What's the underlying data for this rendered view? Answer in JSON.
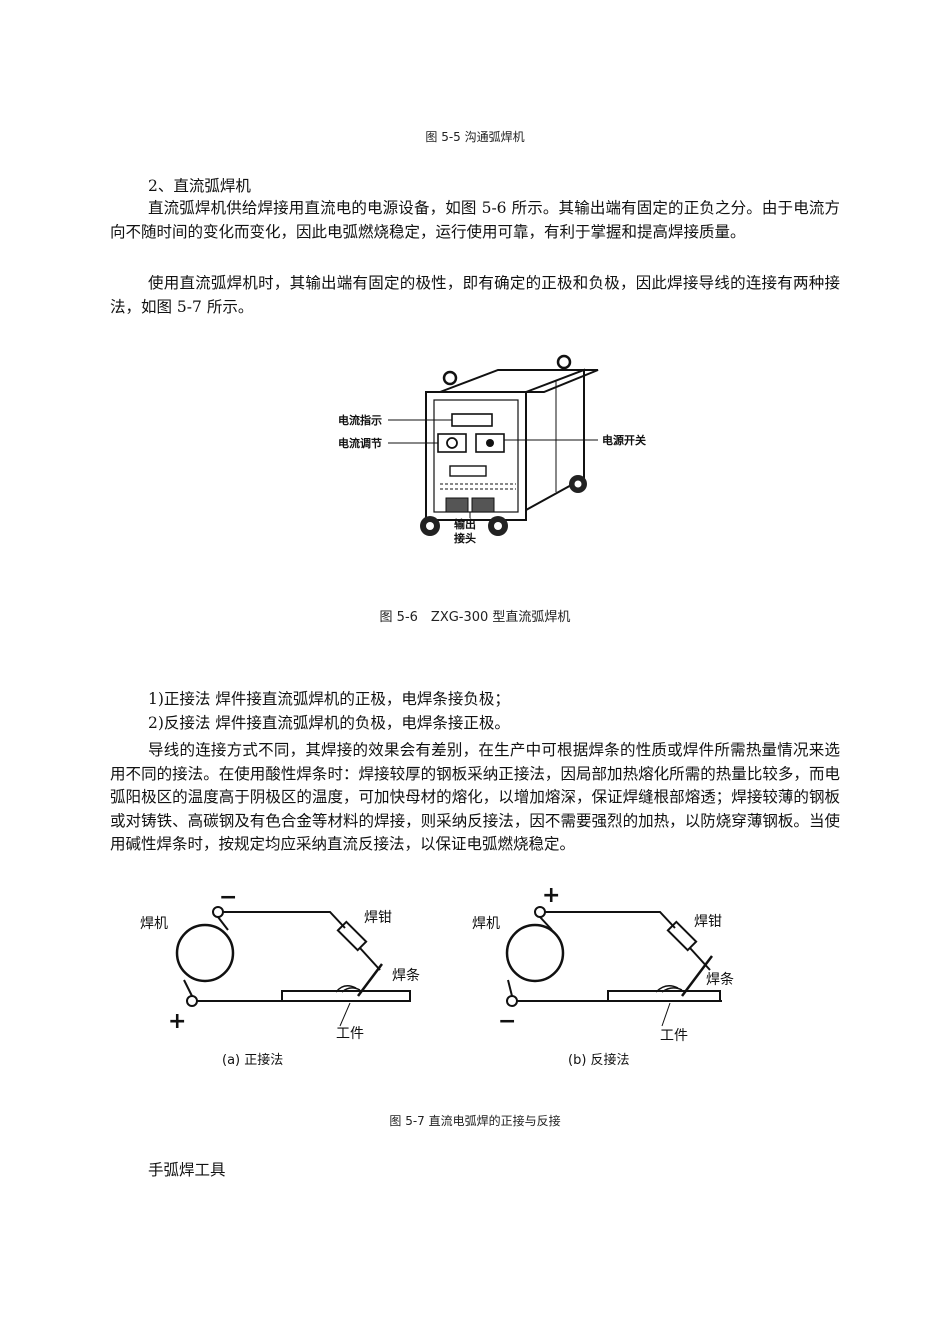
{
  "fig55_caption": "图 5-5 沟通弧焊机",
  "section2_title": "2、直流弧焊机",
  "para1": "直流弧焊机供给焊接用直流电的电源设备，如图 5-6 所示。其输出端有固定的正负之分。由于电流方向不随时间的变化而变化，因此电弧燃烧稳定，运行使用可靠，有利于掌握和提高焊接质量。",
  "para2": "使用直流弧焊机时，其输出端有固定的极性，即有确定的正极和负极，因此焊接导线的连接有两种接法，如图 5-7 所示。",
  "fig56": {
    "label_current_indicator": "电流指示",
    "label_current_adjust": "电流调节",
    "label_power_switch": "电源开关",
    "label_output_1": "输出",
    "label_output_2": "接头",
    "caption": "图 5-6　ZXG-300 型直流弧焊机"
  },
  "item1": "1)正接法 焊件接直流弧焊机的正极，电焊条接负极；",
  "item2": "2)反接法 焊件接直流弧焊机的负极，电焊条接正极。",
  "para3": "导线的连接方式不同，其焊接的效果会有差别，在生产中可根据焊条的性质或焊件所需热量情况来选用不同的接法。在使用酸性焊条时：焊接较厚的钢板采纳正接法，因局部加热熔化所需的热量比较多，而电弧阳极区的温度高于阴极区的温度，可加快母材的熔化，以增加熔深，保证焊缝根部熔透；焊接较薄的钢板或对铸铁、高碳钢及有色合金等材料的焊接，则采纳反接法，因不需要强烈的加热，以防烧穿薄钢板。当使用碱性焊条时，按规定均应采纳直流反接法，以保证电弧燃烧稳定。",
  "fig57": {
    "a": {
      "machine": "焊机",
      "holder": "焊钳",
      "electrode": "焊条",
      "workpiece": "工件",
      "top_sign": "−",
      "bottom_sign": "+",
      "caption": "(a) 正接法"
    },
    "b": {
      "machine": "焊机",
      "holder": "焊钳",
      "electrode": "焊条",
      "workpiece": "工件",
      "top_sign": "+",
      "bottom_sign": "−",
      "caption": "(b) 反接法"
    },
    "caption": "图 5-7 直流电弧焊的正接与反接"
  },
  "section_tools_title": "手弧焊工具"
}
